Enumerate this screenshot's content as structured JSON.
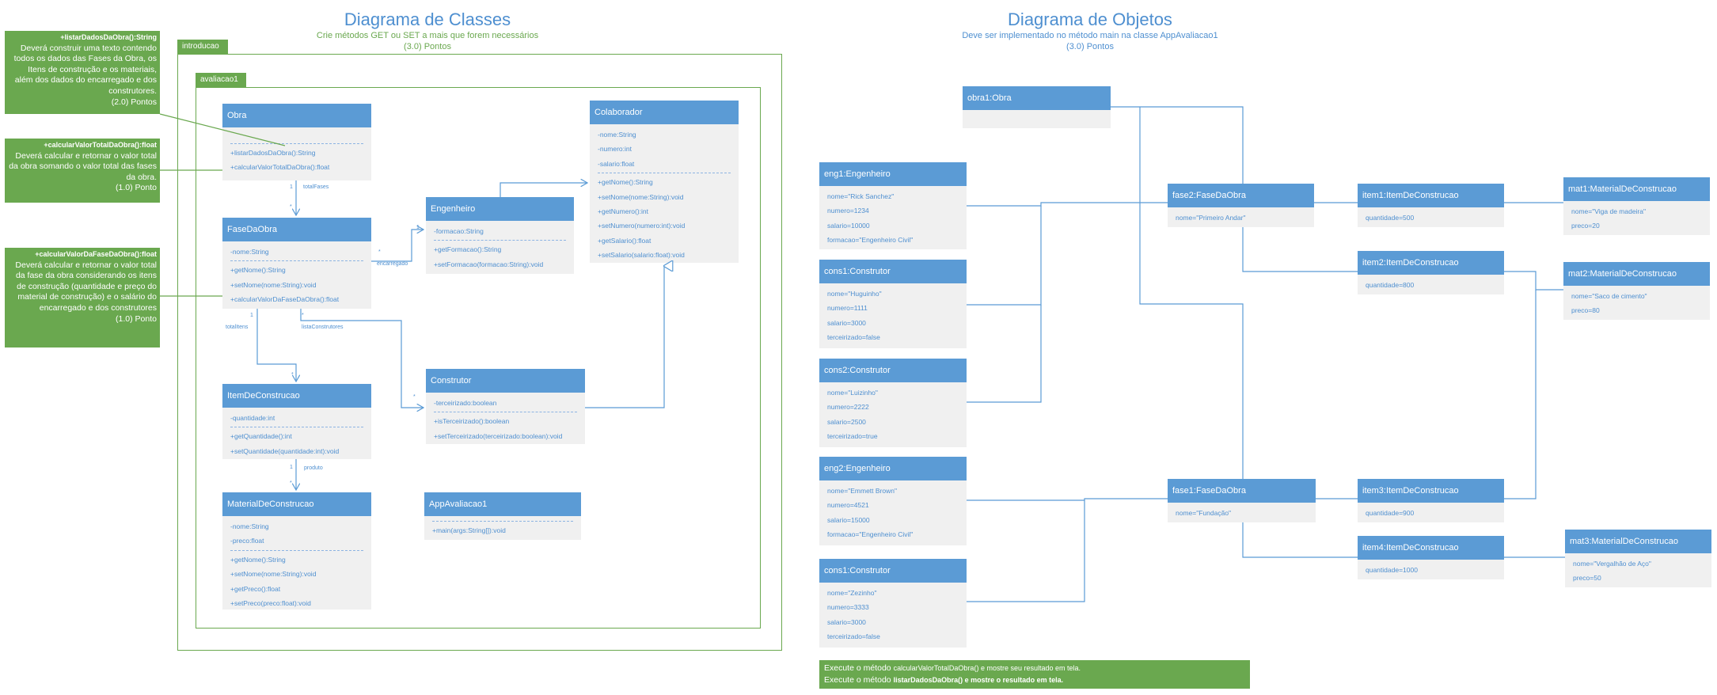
{
  "class_section": {
    "title": "Diagrama de Classes",
    "subtitle_line1": "Crie métodos GET ou SET a mais que forem necessários",
    "subtitle_line2": "(3.0) Pontos",
    "package_outer": "introducao",
    "package_inner": "avaliacao1"
  },
  "notes": [
    {
      "title": "+listarDadosDaObra():String",
      "text": "Deverá construir uma texto contendo todos os dados das Fases da Obra, os Itens de construção e os materiais, além dos dados do encarregado e dos construtores.",
      "points": "(2.0) Pontos"
    },
    {
      "title": "+calcularValorTotalDaObra():float",
      "text": "Deverá calcular e retornar o valor total da obra somando o valor total das fases da obra.",
      "points": "(1.0) Ponto"
    },
    {
      "title": "+calcularValorDaFaseDaObra():float",
      "text": "Deverá calcular e retornar o valor total da fase da obra considerando os itens de construção (quantidade e preço do material de construção) e o salário do encarregado e dos construtores",
      "points": "(1.0) Ponto"
    }
  ],
  "classes": {
    "obra": {
      "name": "Obra",
      "attrs": [],
      "methods": [
        "+listarDadosDaObra():String",
        "+calcularValorTotalDaObra():float"
      ]
    },
    "fase": {
      "name": "FaseDaObra",
      "attrs": [
        "-nome:String"
      ],
      "methods": [
        "+getNome():String",
        "+setNome(nome:String):void",
        "+calcularValorDaFaseDaObra():float"
      ]
    },
    "item": {
      "name": "ItemDeConstrucao",
      "attrs": [
        "-quantidade:int"
      ],
      "methods": [
        "+getQuantidade():int",
        "+setQuantidade(quantidade:int):void"
      ]
    },
    "material": {
      "name": "MaterialDeConstrucao",
      "attrs": [
        "-nome:String",
        "-preco:float"
      ],
      "methods": [
        "+getNome():String",
        "+setNome(nome:String):void",
        "+getPreco():float",
        "+setPreco(preco:float):void"
      ]
    },
    "engenheiro": {
      "name": "Engenheiro",
      "attrs": [
        "-formacao:String"
      ],
      "methods": [
        "+getFormacao():String",
        "+setFormacao(formacao:String):void"
      ]
    },
    "construtor": {
      "name": "Construtor",
      "attrs": [
        "-terceirizado:boolean"
      ],
      "methods": [
        "+isTerceirizado():boolean",
        "+setTerceirizado(terceirizado:boolean):void"
      ]
    },
    "colaborador": {
      "name": "Colaborador",
      "attrs": [
        "-nome:String",
        "-numero:int",
        "-salario:float"
      ],
      "methods": [
        "+getNome():String",
        "+setNome(nome:String):void",
        "+getNumero():int",
        "+setNumero(numero:int):void",
        "+getSalario():float",
        "+setSalario(salario:float):void"
      ]
    },
    "app": {
      "name": "AppAvaliacao1",
      "attrs": [],
      "methods": [
        "+main(args:String[]):void"
      ]
    }
  },
  "associations": {
    "totalFases": "totalFases",
    "encarregado": "encarregado",
    "totalItens": "totalItens",
    "listaConstrutores": "listaConstrutores",
    "produto": "produto",
    "m1": "1",
    "mStar": "*"
  },
  "object_section": {
    "title": "Diagrama de Objetos",
    "subtitle_line1": "Deve ser implementado no método main na classe AppAvaliacao1",
    "subtitle_line2": "(3.0) Pontos"
  },
  "objects": {
    "obra1": {
      "name": "obra1:Obra",
      "rows": []
    },
    "eng1": {
      "name": "eng1:Engenheiro",
      "rows": [
        "nome=\"Rick Sanchez\"",
        "numero=1234",
        "salario=10000",
        "formacao=\"Engenheiro Civil\""
      ]
    },
    "cons1a": {
      "name": "cons1:Construtor",
      "rows": [
        "nome=\"Huguinho\"",
        "numero=1111",
        "salario=3000",
        "terceirizado=false"
      ]
    },
    "cons2": {
      "name": "cons2:Construtor",
      "rows": [
        "nome=\"Luizinho\"",
        "numero=2222",
        "salario=2500",
        "terceirizado=true"
      ]
    },
    "eng2": {
      "name": "eng2:Engenheiro",
      "rows": [
        "nome=\"Emmett Brown\"",
        "numero=4521",
        "salario=15000",
        "formacao=\"Engenheiro Civil\""
      ]
    },
    "cons1b": {
      "name": "cons1:Construtor",
      "rows": [
        "nome=\"Zezinho\"",
        "numero=3333",
        "salario=3000",
        "terceirizado=false"
      ]
    },
    "fase2": {
      "name": "fase2:FaseDaObra",
      "rows": [
        "nome=\"Primeiro Andar\""
      ]
    },
    "fase1": {
      "name": "fase1:FaseDaObra",
      "rows": [
        "nome=\"Fundação\""
      ]
    },
    "item1": {
      "name": "item1:ItemDeConstrucao",
      "rows": [
        "quantidade=500"
      ]
    },
    "item2": {
      "name": "item2:ItemDeConstrucao",
      "rows": [
        "quantidade=800"
      ]
    },
    "item3": {
      "name": "item3:ItemDeConstrucao",
      "rows": [
        "quantidade=900"
      ]
    },
    "item4": {
      "name": "item4:ItemDeConstrucao",
      "rows": [
        "quantidade=1000"
      ]
    },
    "mat1": {
      "name": "mat1:MaterialDeConstrucao",
      "rows": [
        "nome=\"Viga de madeira\"",
        "preco=20"
      ]
    },
    "mat2": {
      "name": "mat2:MaterialDeConstrucao",
      "rows": [
        "nome=\"Saco de cimento\"",
        "preco=80"
      ]
    },
    "mat3": {
      "name": "mat3:MaterialDeConstrucao",
      "rows": [
        "nome=\"Vergalhão de Aço\"",
        "preco=50"
      ]
    }
  },
  "footer": {
    "line1_a": "Execute o método ",
    "line1_b": "calcularValorTotalDaObra()",
    "line1_c": " e mostre seu resultado em tela.",
    "line2_a": "Execute o método ",
    "line2_b": "listarDadosDaObra()",
    "line2_c": " e mostre o resultado em tela."
  },
  "colors": {
    "accent_blue": "#5b9bd5",
    "accent_green": "#6aa84f",
    "card_bg": "#f0f0f0"
  }
}
